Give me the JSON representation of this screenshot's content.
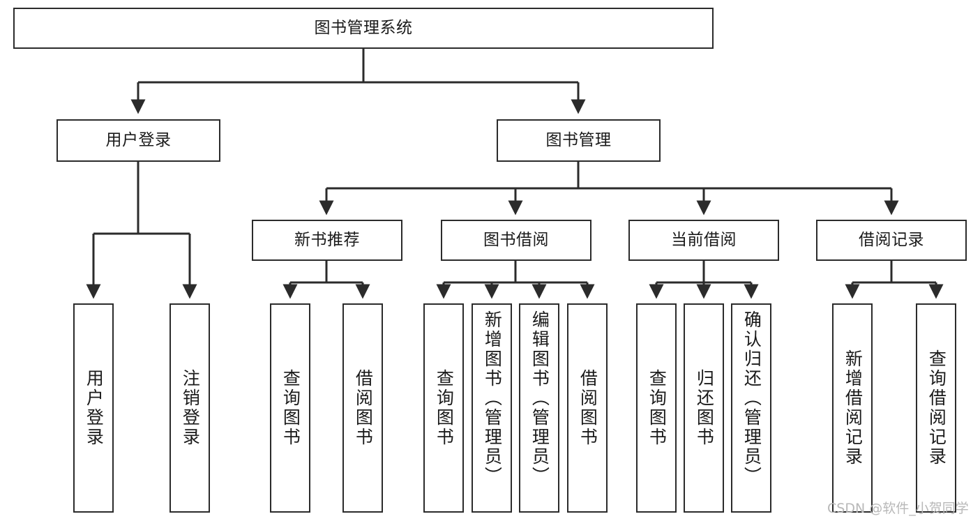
{
  "diagram": {
    "type": "tree-hierarchy",
    "title": "图书管理系统",
    "watermark": "CSDN @软件_小贺同学",
    "colors": {
      "border": "#2b2b2b",
      "background": "#ffffff",
      "text": "#1a1a1a",
      "connector": "#2b2b2b",
      "watermark": "#b8b8b8"
    },
    "levels": {
      "root": {
        "label": "图书管理系统"
      },
      "level2": [
        {
          "label": "用户登录"
        },
        {
          "label": "图书管理"
        }
      ],
      "level3": [
        {
          "label": "新书推荐"
        },
        {
          "label": "图书借阅"
        },
        {
          "label": "当前借阅"
        },
        {
          "label": "借阅记录"
        }
      ],
      "leaves": {
        "user_login": [
          {
            "label": "用户登录"
          },
          {
            "label": "注销登录"
          }
        ],
        "new_book_recommend": [
          {
            "label": "查询图书"
          },
          {
            "label": "借阅图书"
          }
        ],
        "book_borrow": [
          {
            "label": "查询图书"
          },
          {
            "label": "新增图书（管理员）"
          },
          {
            "label": "编辑图书（管理员）"
          },
          {
            "label": "借阅图书"
          }
        ],
        "current_borrow": [
          {
            "label": "查询图书"
          },
          {
            "label": "归还图书"
          },
          {
            "label": "确认归还（管理员）"
          }
        ],
        "borrow_record": [
          {
            "label": "新增借阅记录"
          },
          {
            "label": "查询借阅记录"
          }
        ]
      }
    }
  }
}
